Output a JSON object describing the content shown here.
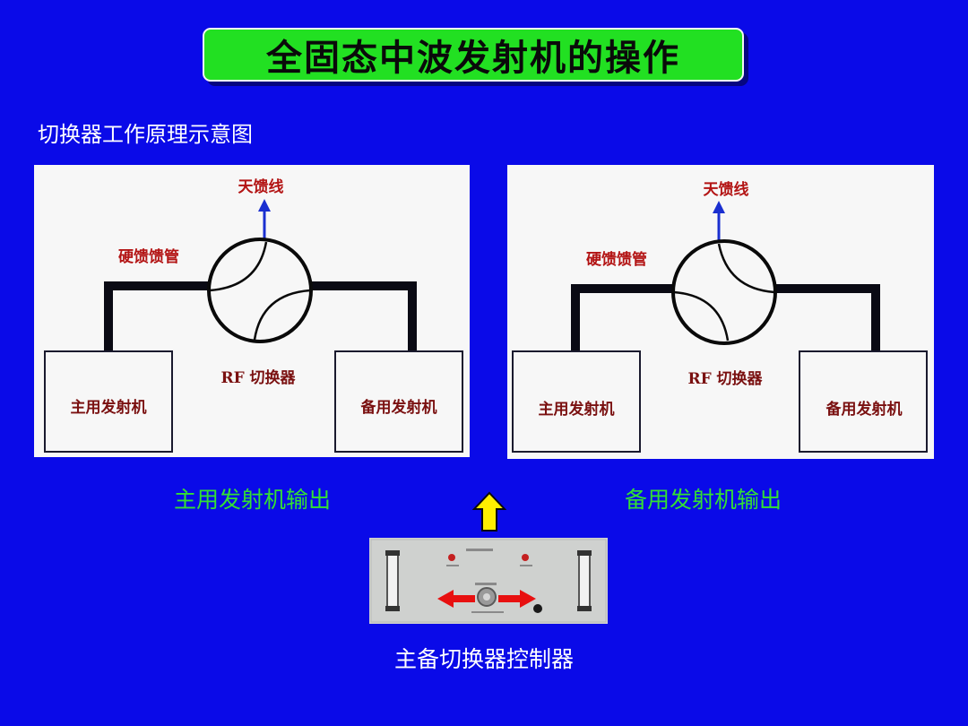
{
  "title": "全固态中波发射机的操作",
  "subtitle": "切换器工作原理示意图",
  "diagrams": [
    {
      "antenna_label": "天馈线",
      "feeder_label": "硬馈馈管",
      "switch_label": "RF 切换器",
      "main_tx_label": "主用发射机",
      "backup_tx_label": "备用发射机",
      "output_label": "主用发射机输出"
    },
    {
      "antenna_label": "天馈线",
      "feeder_label": "硬馈馈管",
      "switch_label": "RF 切换器",
      "main_tx_label": "主用发射机",
      "backup_tx_label": "备用发射机",
      "output_label": "备用发射机输出"
    }
  ],
  "controller_caption": "主备切换器控制器",
  "colors": {
    "background": "#0a0ae8",
    "title_box": "#22e022",
    "output_label": "#33e033",
    "antenna_arrow": "#1a2fd0",
    "red_label": "#b31414",
    "yellow_arrow": "#ffee00",
    "red_arrow": "#e81010"
  }
}
